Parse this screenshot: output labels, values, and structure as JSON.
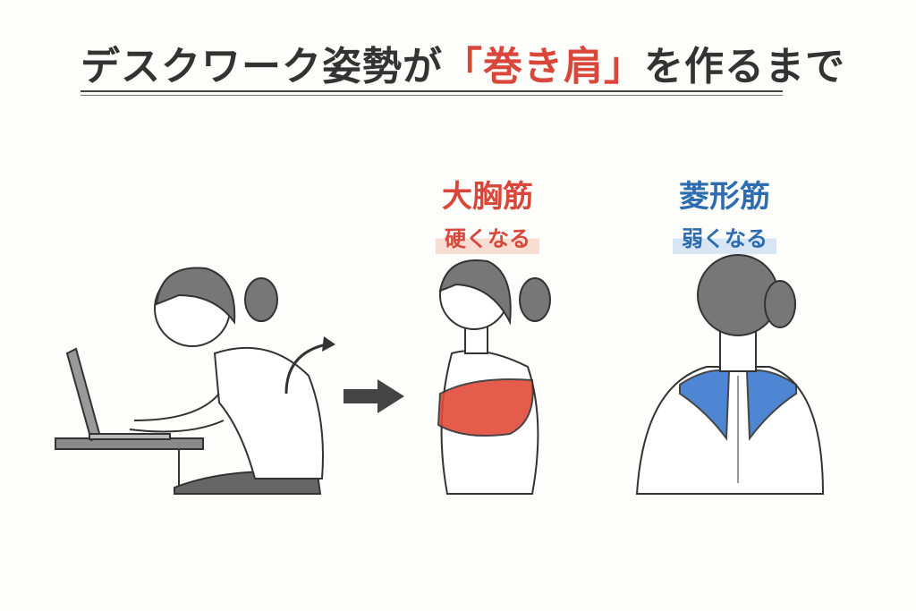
{
  "title": {
    "prefix": "デスクワーク姿勢が",
    "highlight": "「巻き肩」",
    "suffix": "を作るまで"
  },
  "labels": {
    "pectoralis": {
      "main": "大胸筋",
      "sub": "硬くなる",
      "color": "#d8473a"
    },
    "rhomboid": {
      "main": "菱形筋",
      "sub": "弱くなる",
      "color": "#2e6cb0"
    }
  },
  "icons": [
    "curved-arrow-icon",
    "right-arrow-icon"
  ]
}
